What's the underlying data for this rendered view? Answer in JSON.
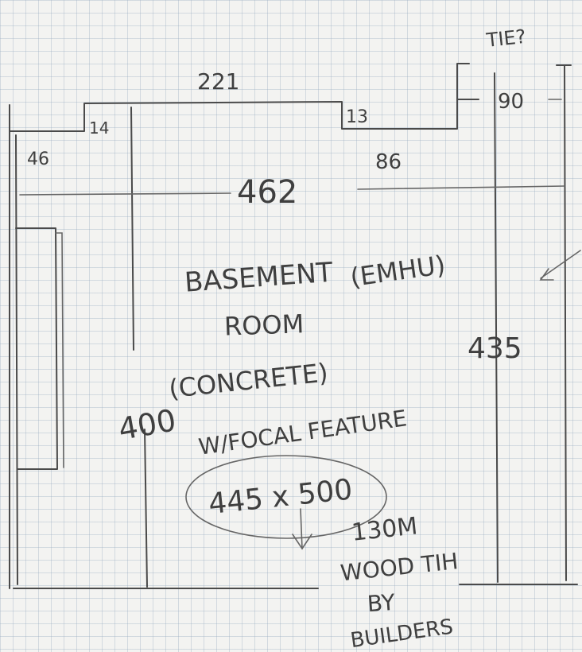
{
  "sketch": {
    "dimensions": {
      "top_wall": "221",
      "notch_left": "14",
      "notch_right": "13",
      "right_column_top": "90",
      "tie_query": "TIE?",
      "left_wall_top": "46",
      "overall_width": "462",
      "right_upper": "86",
      "right_height": "435",
      "left_height": "400"
    },
    "room_label": {
      "line1": "BASEMENT",
      "line1_note": "(EMHU)",
      "line2": "ROOM",
      "line3": "(CONCRETE)",
      "line4": "W/FOCAL FEATURE"
    },
    "feature_size": "445 x 500",
    "note": {
      "line1": "130M",
      "line2": "WOOD TIH",
      "line3": "BY",
      "line4": "BUILDERS"
    }
  }
}
